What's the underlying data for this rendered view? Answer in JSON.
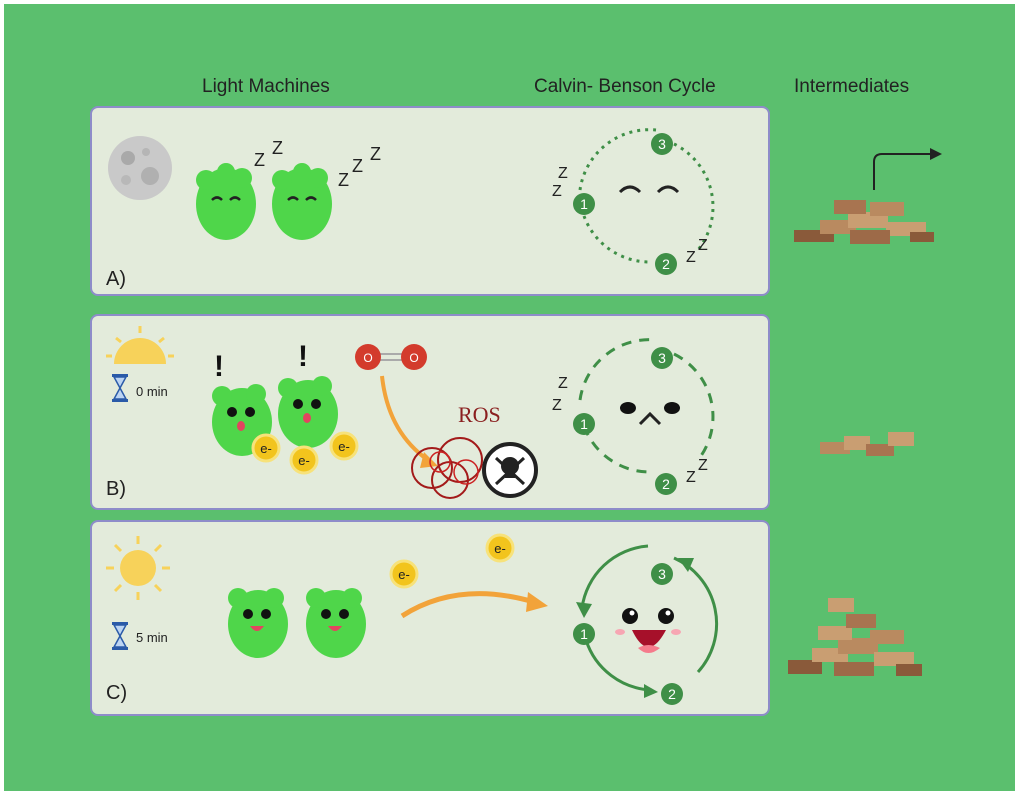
{
  "headers": {
    "light_machines": "Light Machines",
    "calvin_benson": "Calvin- Benson Cycle",
    "intermediates": "Intermediates"
  },
  "panels": [
    {
      "label": "A)",
      "timer": ""
    },
    {
      "label": "B)",
      "timer": "0 min",
      "ros": "ROS",
      "electron": "e-"
    },
    {
      "label": "C)",
      "timer": "5 min",
      "electron": "e-"
    }
  ],
  "cycle_steps": [
    "1",
    "2",
    "3"
  ],
  "sleep_mark": "Z",
  "exclamation": "!",
  "colors": {
    "background": "#5bbf6e",
    "panel": "#e3ebdb",
    "panel_border": "#8e8cc9",
    "machine": "#4fd64a",
    "cycle_node": "#3f8f47",
    "electron": "#f2c41d",
    "ros": "#a31a1a",
    "brick": "#b98a60"
  }
}
